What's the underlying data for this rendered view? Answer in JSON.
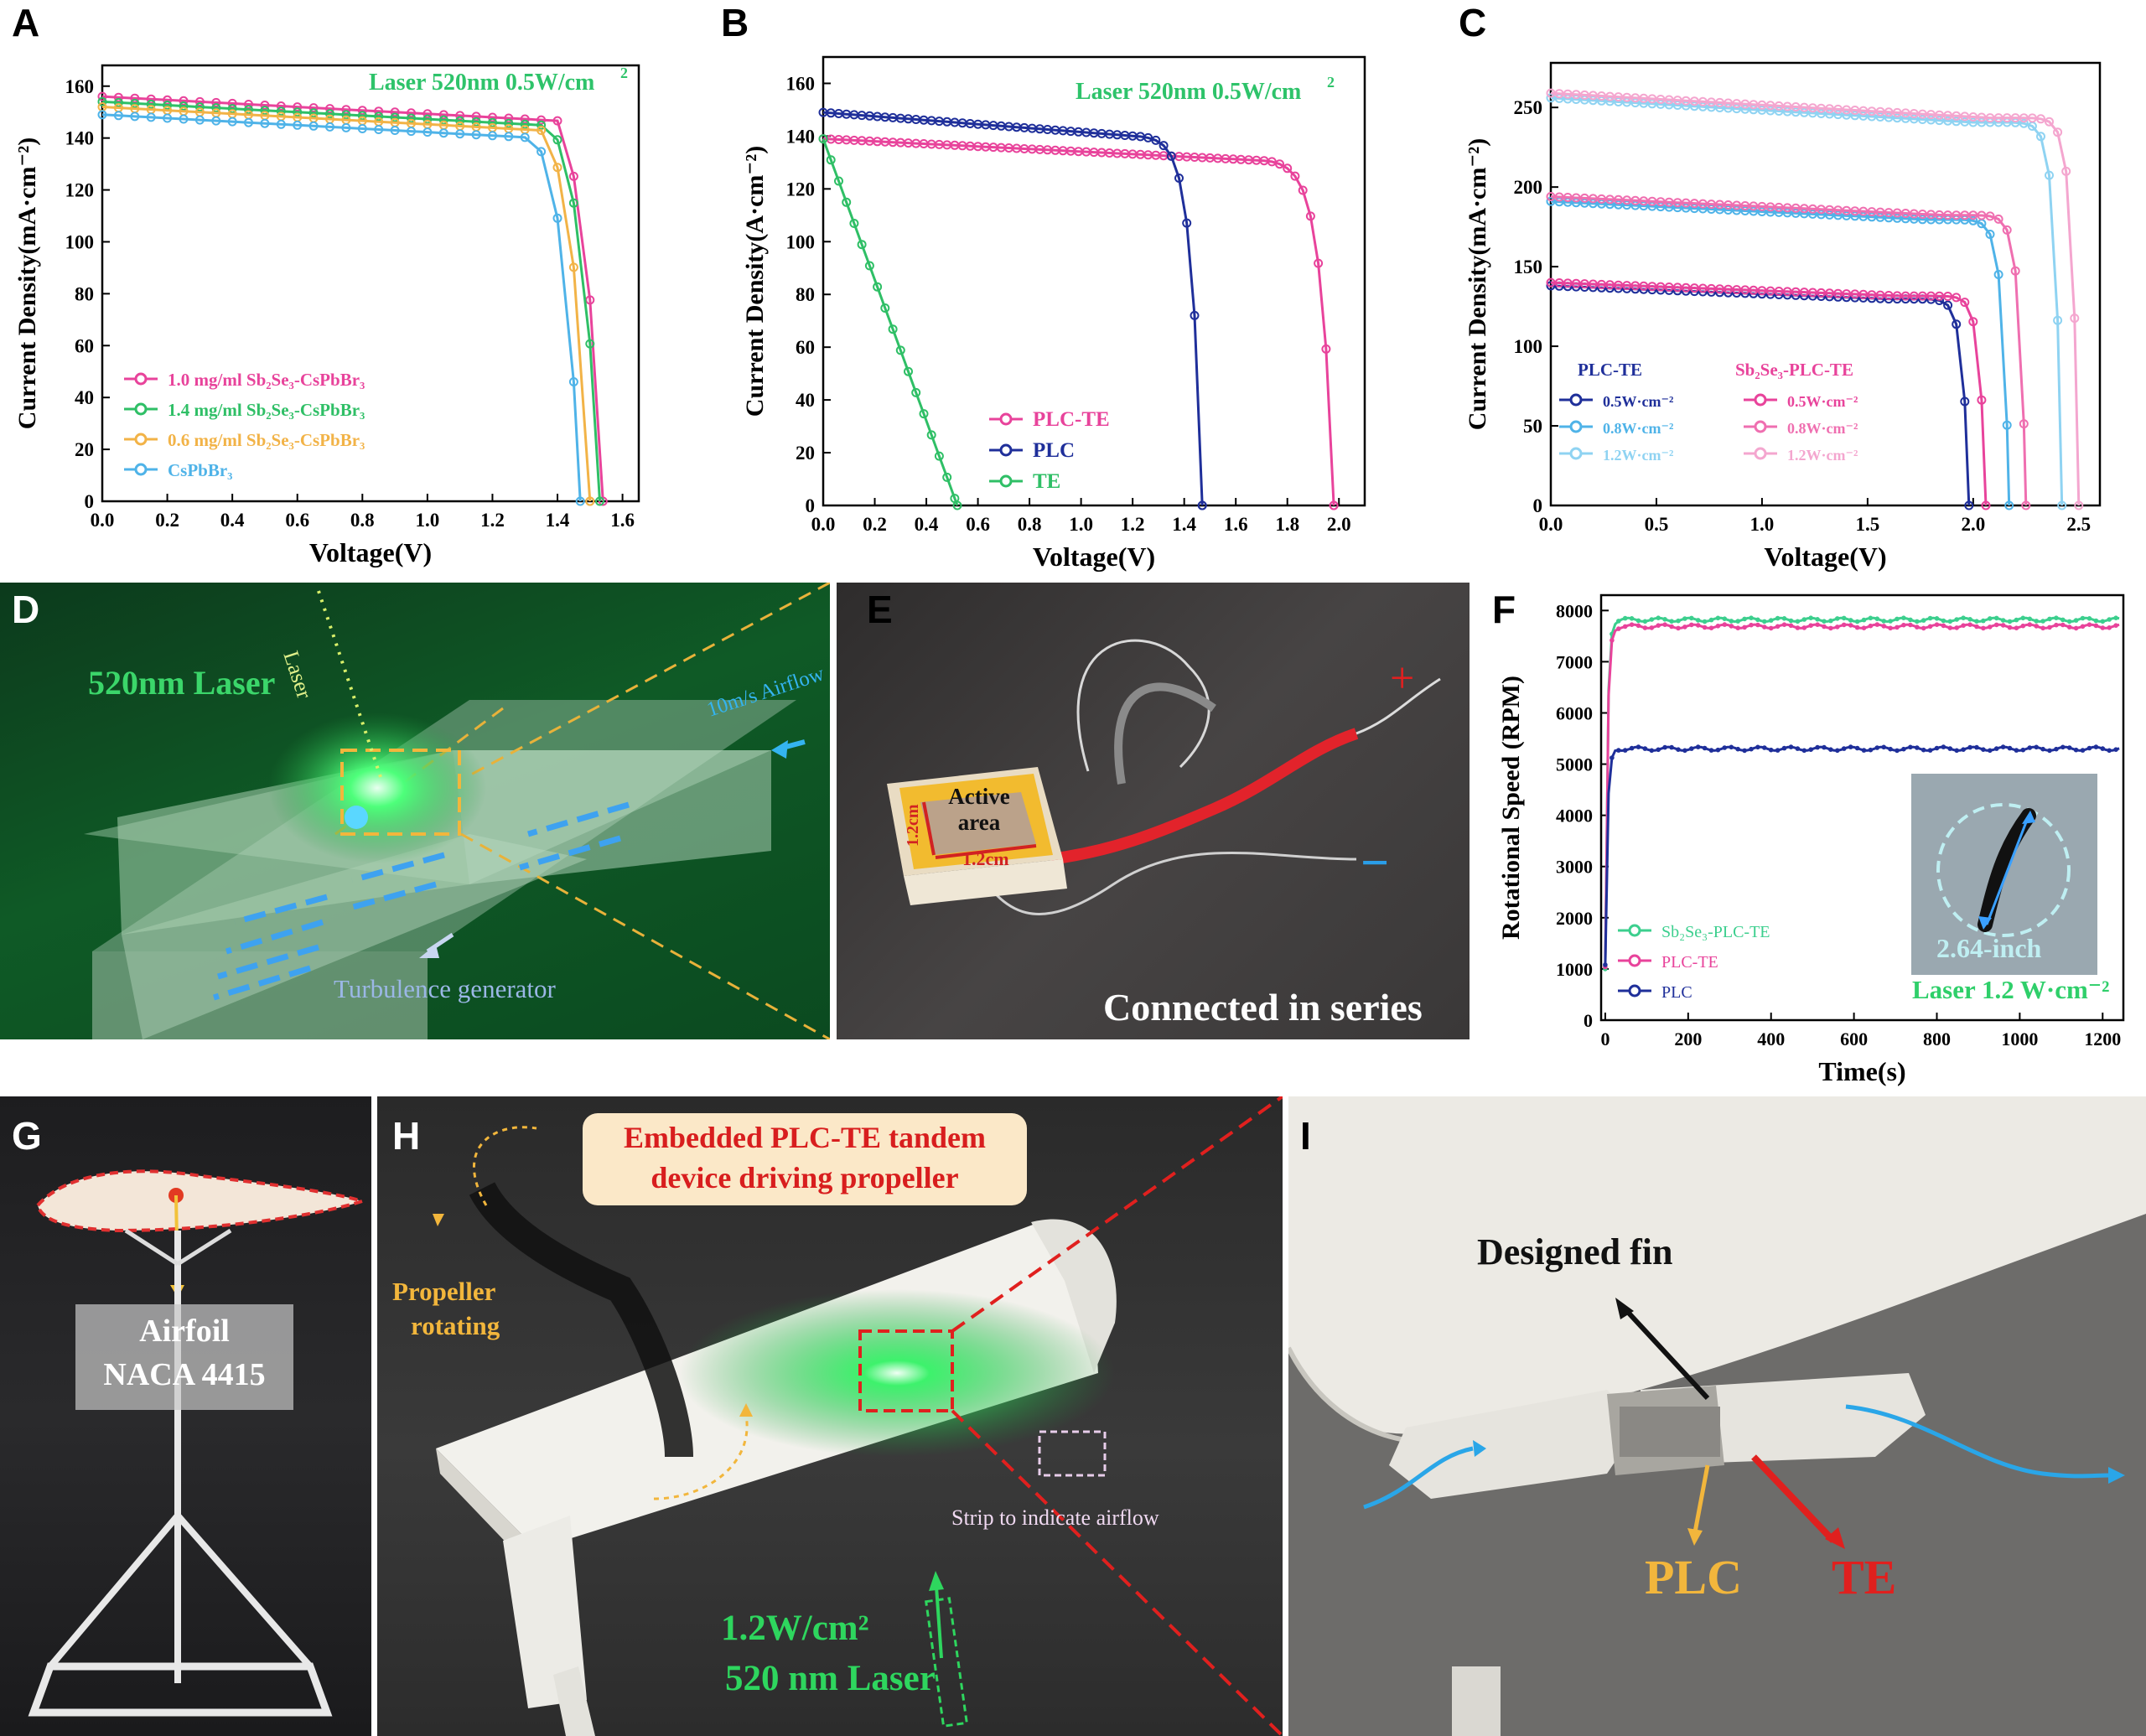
{
  "panels": {
    "A": "A",
    "B": "B",
    "C": "C",
    "D": "D",
    "E": "E",
    "F": "F",
    "G": "G",
    "H": "H",
    "I": "I"
  },
  "chart_data": [
    {
      "id": "A",
      "type": "line",
      "annotation": "Laser 520nm 0.5W/cm",
      "annotation_sup": "2",
      "xlabel": "Voltage(V)",
      "ylabel": "Current Density(mA·cm⁻²)",
      "xlim": [
        0,
        1.65
      ],
      "ylim": [
        0,
        168
      ],
      "xticks": [
        0.0,
        0.2,
        0.4,
        0.6,
        0.8,
        1.0,
        1.2,
        1.4,
        1.6
      ],
      "xtick_labels": [
        "0.0",
        "0.2",
        "0.4",
        "0.6",
        "0.8",
        "1.0",
        "1.2",
        "1.4",
        "1.6"
      ],
      "yticks": [
        0,
        20,
        40,
        60,
        80,
        100,
        120,
        140,
        160
      ],
      "ytick_labels": [
        "0",
        "20",
        "40",
        "60",
        "80",
        "100",
        "120",
        "140",
        "160"
      ],
      "legend_position": "bottom-left",
      "series": [
        {
          "name": "1.0 mg/ml Sb₂Se₃-CsPbBr₃",
          "color": "#e8439b",
          "jsc": 156,
          "voc": 1.54,
          "knee": 1.4,
          "slope": 16
        },
        {
          "name": "1.4 mg/ml Sb₂Se₃-CsPbBr₃",
          "color": "#2fbf66",
          "jsc": 154,
          "voc": 1.53,
          "knee": 1.38,
          "slope": 16
        },
        {
          "name": "0.6 mg/ml Sb₂Se₃-CsPbBr₃",
          "color": "#f2b347",
          "jsc": 152,
          "voc": 1.5,
          "knee": 1.36,
          "slope": 17
        },
        {
          "name": "CsPbBr₃",
          "color": "#4fb3e8",
          "jsc": 149,
          "voc": 1.47,
          "knee": 1.33,
          "slope": 18
        }
      ]
    },
    {
      "id": "B",
      "type": "line",
      "annotation": "Laser 520nm 0.5W/cm",
      "annotation_sup": "2",
      "xlabel": "Voltage(V)",
      "ylabel": "Current Density(A·cm⁻²)",
      "xlim": [
        0,
        2.1
      ],
      "ylim": [
        0,
        170
      ],
      "xticks": [
        0.0,
        0.2,
        0.4,
        0.6,
        0.8,
        1.0,
        1.2,
        1.4,
        1.6,
        1.8,
        2.0
      ],
      "xtick_labels": [
        "0.0",
        "0.2",
        "0.4",
        "0.6",
        "0.8",
        "1.0",
        "1.2",
        "1.4",
        "1.6",
        "1.8",
        "2.0"
      ],
      "yticks": [
        0,
        20,
        40,
        60,
        80,
        100,
        120,
        140,
        160
      ],
      "ytick_labels": [
        "0",
        "20",
        "40",
        "60",
        "80",
        "100",
        "120",
        "140",
        "160"
      ],
      "legend_position": "bottom-right",
      "series": [
        {
          "name": "PLC-TE",
          "color": "#e8439b",
          "jsc": 139,
          "voc": 1.98,
          "knee": 1.72,
          "slope": 20
        },
        {
          "name": "PLC",
          "color": "#1f2f9a",
          "jsc": 149,
          "voc": 1.47,
          "knee": 1.2,
          "slope": 24
        },
        {
          "name": "TE",
          "color": "#2fbf66",
          "jsc": 139,
          "voc": 0.52,
          "linear": true
        }
      ]
    },
    {
      "id": "C",
      "type": "line",
      "xlabel": "Voltage(V)",
      "ylabel": "Current Density(mA·cm⁻²)",
      "xlim": [
        0,
        2.6
      ],
      "ylim": [
        0,
        278
      ],
      "xticks": [
        0.0,
        0.5,
        1.0,
        1.5,
        2.0,
        2.5
      ],
      "xtick_labels": [
        "0.0",
        "0.5",
        "1.0",
        "1.5",
        "2.0",
        "2.5"
      ],
      "yticks": [
        0,
        50,
        100,
        150,
        200,
        250
      ],
      "ytick_labels": [
        "0",
        "50",
        "100",
        "150",
        "200",
        "250"
      ],
      "legend_groups": [
        "PLC-TE",
        "Sb₂Se₃-PLC-TE"
      ],
      "series": [
        {
          "name": "0.5W·cm⁻²",
          "group": "PLC-TE",
          "color": "#1f2f9a",
          "jsc": 138,
          "voc": 1.98,
          "knee": 1.6,
          "slope": 35
        },
        {
          "name": "0.8W·cm⁻²",
          "group": "PLC-TE",
          "color": "#4fb3e8",
          "jsc": 191,
          "voc": 2.17,
          "knee": 1.78,
          "slope": 33
        },
        {
          "name": "1.2W·cm⁻²",
          "group": "PLC-TE",
          "color": "#8fd3f2",
          "jsc": 256,
          "voc": 2.42,
          "knee": 2.0,
          "slope": 33
        },
        {
          "name": "0.5W·cm⁻²",
          "group": "Sb₂Se₃-PLC-TE",
          "color": "#e8439b",
          "jsc": 140,
          "voc": 2.06,
          "knee": 1.66,
          "slope": 35
        },
        {
          "name": "0.8W·cm⁻²",
          "group": "Sb₂Se₃-PLC-TE",
          "color": "#ef6fb0",
          "jsc": 194,
          "voc": 2.25,
          "knee": 1.86,
          "slope": 33
        },
        {
          "name": "1.2W·cm⁻²",
          "group": "Sb₂Se₃-PLC-TE",
          "color": "#f4a6cf",
          "jsc": 259,
          "voc": 2.5,
          "knee": 2.08,
          "slope": 33
        }
      ]
    },
    {
      "id": "F",
      "type": "line",
      "xlabel": "Time(s)",
      "ylabel": "Rotational Speed (RPM)",
      "xlim": [
        -10,
        1250
      ],
      "ylim": [
        0,
        8300
      ],
      "xticks": [
        0,
        200,
        400,
        600,
        800,
        1000,
        1200
      ],
      "xtick_labels": [
        "0",
        "200",
        "400",
        "600",
        "800",
        "1000",
        "1200"
      ],
      "yticks": [
        0,
        1000,
        2000,
        3000,
        4000,
        5000,
        6000,
        7000,
        8000
      ],
      "ytick_labels": [
        "0",
        "1000",
        "2000",
        "3000",
        "4000",
        "5000",
        "6000",
        "7000",
        "8000"
      ],
      "legend_position": "bottom-left",
      "series": [
        {
          "name": "Sb₂Se₃-PLC-TE",
          "color": "#3ccf8e",
          "steady": 7820
        },
        {
          "name": "PLC-TE",
          "color": "#e8439b",
          "steady": 7690
        },
        {
          "name": "PLC",
          "color": "#1f2f9a",
          "steady": 5300
        }
      ],
      "inset_label": "2.64-inch",
      "inset_caption": "Laser 1.2 W·cm⁻²"
    }
  ],
  "photos": {
    "D": {
      "laser_label": "520nm Laser",
      "beam_label": "Laser",
      "airflow_label": "10m/s Airflow",
      "turbulence_label": "Turbulence generator"
    },
    "E": {
      "active_area": "Active area",
      "dim_v": "1.2cm",
      "dim_h": "1.2cm",
      "plus": "+",
      "minus": "−",
      "caption": "Connected in series"
    },
    "G": {
      "airfoil_line1": "Airfoil",
      "airfoil_line2": "NACA 4415"
    },
    "H": {
      "title_line1": "Embedded PLC-TE tandem",
      "title_line2": "device driving propeller",
      "propeller_line1": "Propeller",
      "propeller_line2": "rotating",
      "strip_label": "Strip to indicate airflow",
      "laser_line1": "1.2W/cm²",
      "laser_line2": "520 nm Laser"
    },
    "I": {
      "fin_label": "Designed fin",
      "plc_label": "PLC",
      "te_label": "TE"
    }
  }
}
